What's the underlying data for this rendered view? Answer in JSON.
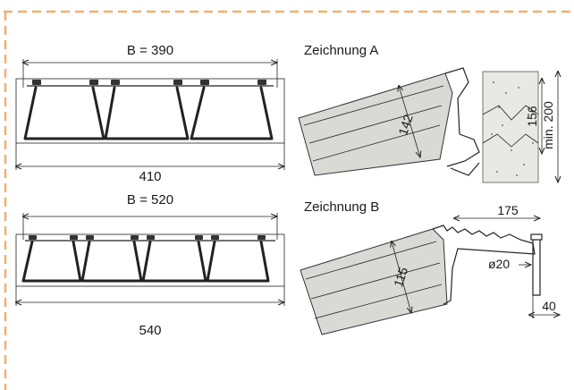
{
  "frame": {
    "border_color": "#f0b070"
  },
  "panel_top_left": {
    "width_label": "B = 390",
    "overall_label": "410"
  },
  "panel_bottom_left": {
    "width_label": "B = 520",
    "overall_label": "540"
  },
  "drawing_a": {
    "title": "Zeichnung A",
    "dim_profile": "142",
    "dim_step": "156",
    "dim_min": "min. 200"
  },
  "drawing_b": {
    "title": "Zeichnung B",
    "dim_length": "175",
    "dim_diameter": "ø20",
    "dim_height": "115",
    "dim_offset": "40"
  }
}
